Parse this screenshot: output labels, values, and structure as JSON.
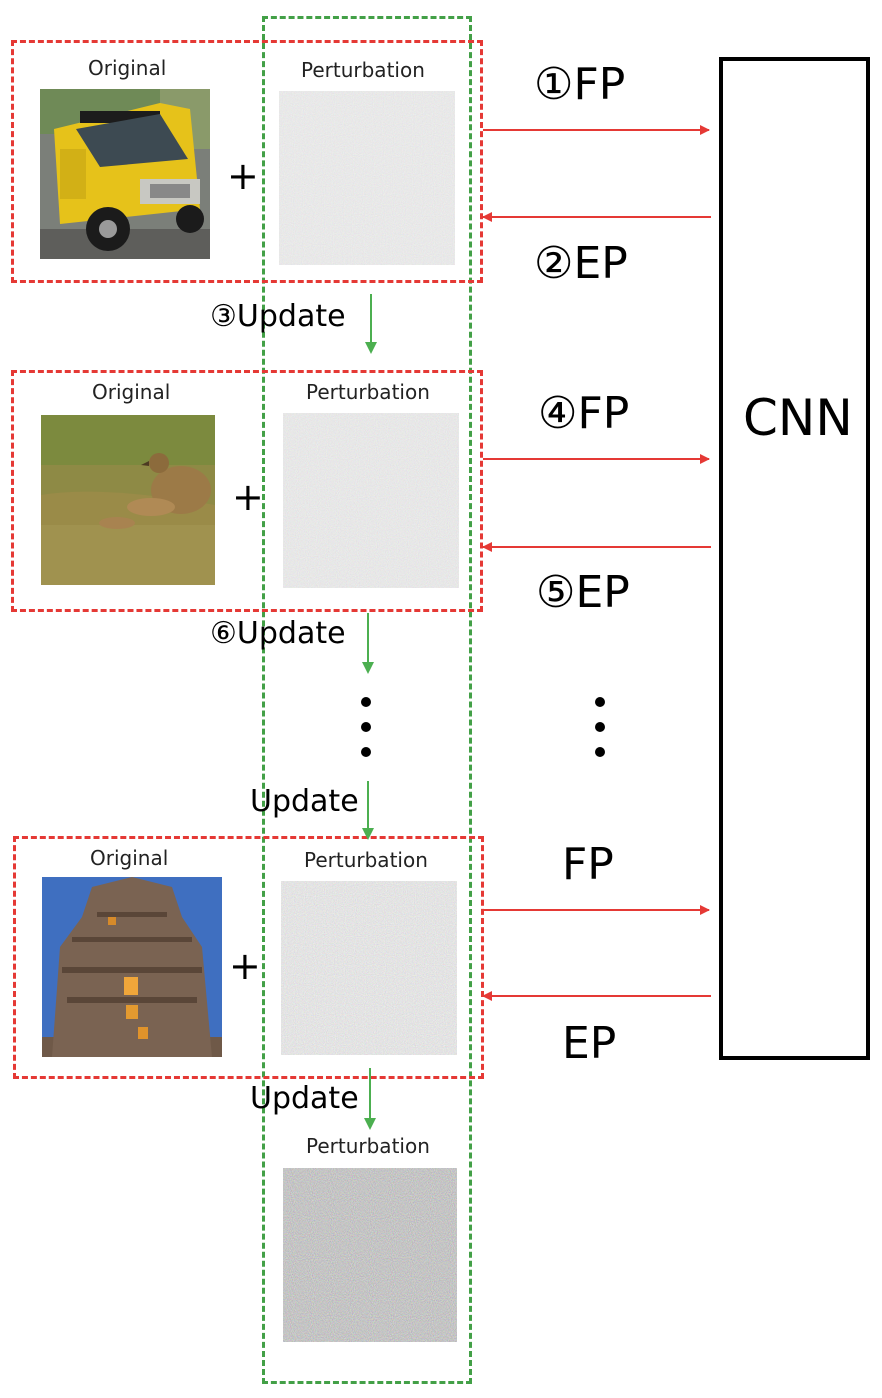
{
  "rows": [
    {
      "original_label": "Original",
      "perturbation_label": "Perturbation",
      "plus": "+",
      "forward": {
        "num": "①",
        "label": "FP"
      },
      "backward": {
        "num": "②",
        "label": "EP"
      },
      "update": {
        "num": "③",
        "label": "Update"
      }
    },
    {
      "original_label": "Original",
      "perturbation_label": "Perturbation",
      "plus": "+",
      "forward": {
        "num": "④",
        "label": "FP"
      },
      "backward": {
        "num": "⑤",
        "label": "EP"
      },
      "update": {
        "num": "⑥",
        "label": "Update"
      }
    },
    {
      "original_label": "Original",
      "perturbation_label": "Perturbation",
      "plus": "+",
      "forward": {
        "num": "",
        "label": "FP"
      },
      "backward": {
        "num": "",
        "label": "EP"
      },
      "update": {
        "num": "",
        "label": "Update"
      }
    }
  ],
  "middle_update": {
    "label": "Update"
  },
  "final_perturbation_label": "Perturbation",
  "cnn_label": "CNN",
  "images": {
    "row0_original": "school-bus-photo",
    "row1_original": "bird-on-grass-photo",
    "row2_original": "temple-tower-photo",
    "perturbation": "noise-pattern-image"
  },
  "colors": {
    "forward_arrow": "#e53935",
    "backward_arrow": "#e53935",
    "update_arrow": "#4caf50",
    "red_dash": "#e53935",
    "green_dash": "#43a047"
  }
}
